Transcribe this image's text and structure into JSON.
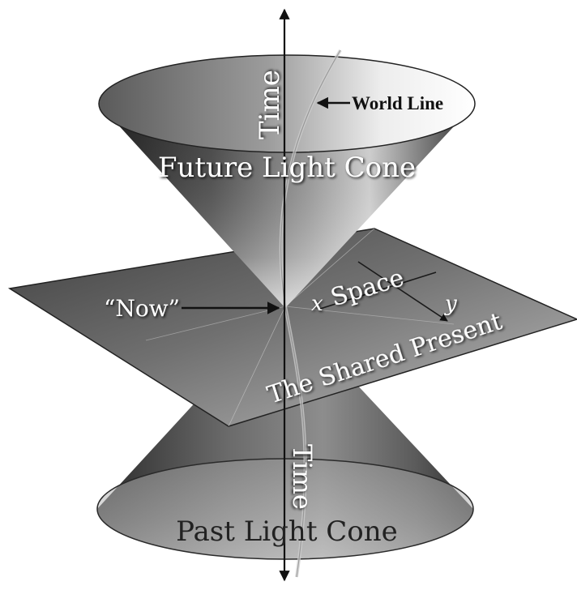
{
  "labels": {
    "time_top": "Time",
    "world_line": "World Line",
    "future_cone": "Future Light Cone",
    "now": "“Now”",
    "space": "Space",
    "x_axis": "x",
    "y_axis": "y",
    "shared_present": "The Shared Present",
    "time_bottom": "Time",
    "past_cone": "Past Light Cone"
  },
  "colors": {
    "axis": "#111111",
    "label_light": "#ffffff",
    "label_dark": "#222222",
    "cone_dark": "#3a3a3a",
    "cone_light": "#f4f4f4",
    "plane": "#5a5a5a"
  },
  "icons": {
    "world_line_arrow": "arrow-left-icon",
    "now_arrow": "arrow-right-icon",
    "time_axis_arrows": "double-arrow-vertical-icon"
  }
}
